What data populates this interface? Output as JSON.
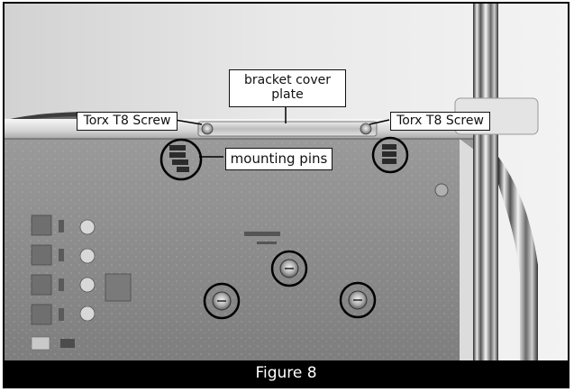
{
  "figure": {
    "caption": "Figure 8"
  },
  "labels": {
    "left_screw": "Torx T8 Screw",
    "right_screw": "Torx T8 Screw",
    "bracket_cover_plate": "bracket cover plate",
    "mounting_pins": "mounting pins"
  },
  "colors": {
    "caption_background": "#000000",
    "caption_text": "#ffffff",
    "callout_line": "#000000"
  }
}
